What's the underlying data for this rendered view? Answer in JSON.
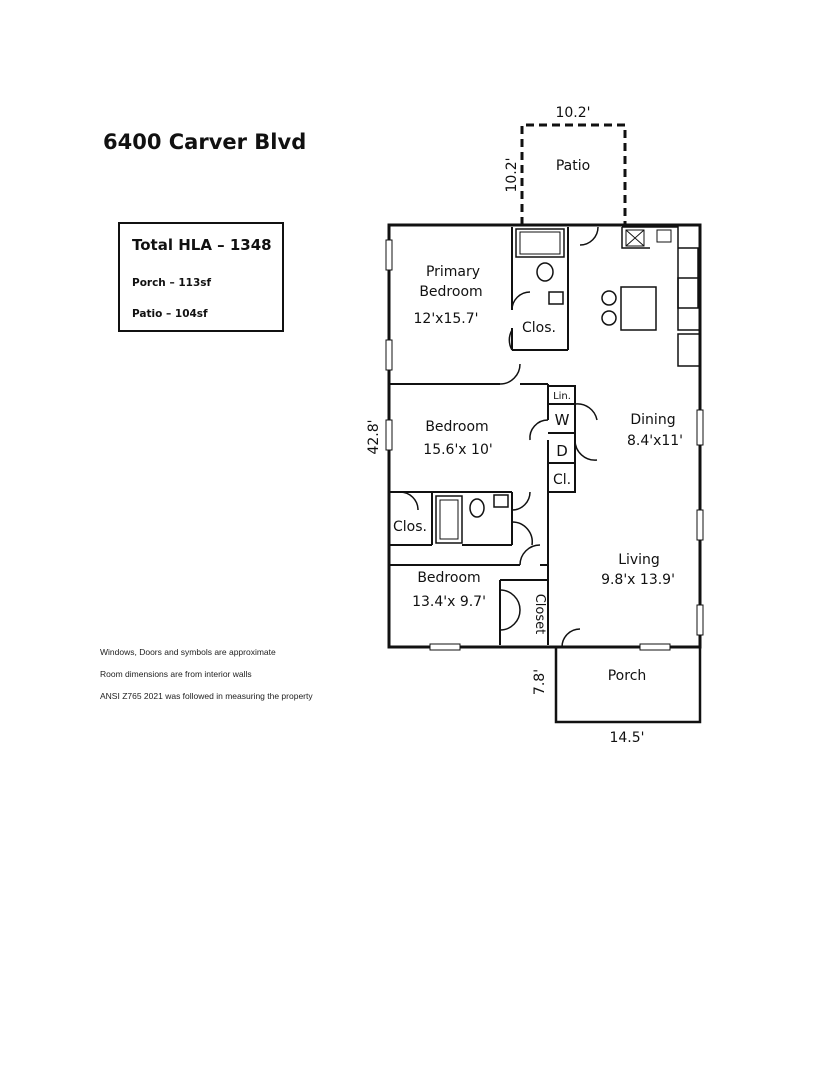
{
  "title": "6400 Carver Blvd",
  "summary": {
    "total": "Total HLA – 1348",
    "porch": "Porch – 113sf",
    "patio": "Patio – 104sf"
  },
  "notes": [
    "Windows, Doors and symbols are approximate",
    "Room dimensions are from interior walls",
    "ANSI Z765 2021 was followed in measuring the property"
  ],
  "dimensions": {
    "patio_width": "10.2'",
    "patio_depth": "10.2'",
    "house_depth": "42.8'",
    "porch_depth": "7.8'",
    "porch_width": "14.5'"
  },
  "rooms": {
    "patio": "Patio",
    "primary_bedroom_1": "Primary",
    "primary_bedroom_2": "Bedroom",
    "primary_bedroom_dim": "12'x15.7'",
    "primary_closet": "Clos.",
    "bedroom2": "Bedroom",
    "bedroom2_dim": "15.6'x 10'",
    "bedroom2_closet": "Clos.",
    "bedroom3": "Bedroom",
    "bedroom3_dim": "13.4'x 9.7'",
    "bedroom3_closet": "Closet",
    "linen": "Lin.",
    "washer": "W",
    "dryer": "D",
    "hall_closet": "Cl.",
    "dining": "Dining",
    "dining_dim": "8.4'x11'",
    "living": "Living",
    "living_dim": "9.8'x 13.9'",
    "porch": "Porch"
  }
}
